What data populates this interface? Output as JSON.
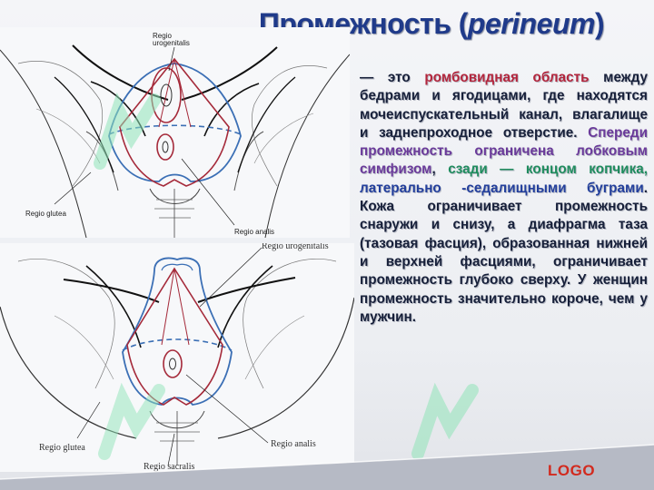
{
  "title": {
    "main": "Промежность",
    "open": "(",
    "latin": "perineum",
    "close": ")"
  },
  "figure_top": {
    "label_urogenital_1": "Regio",
    "label_urogenital_2": "urogenitalis",
    "label_glutea": "Regio glutea",
    "label_analis": "Regio analis"
  },
  "figure_bottom": {
    "label_urogenital": "Regio urogenitalis",
    "label_glutea": "Regio glutea",
    "label_analis": "Regio analis",
    "label_sacralis": "Regio sacralis"
  },
  "body": {
    "p1": "— это",
    "p2": "ромбовидная область",
    "p3": "между бедрами и ягодицами, где находятся мочеиспускательный канал, влагалище и заднепроходное отверстие.",
    "p4": "Спереди промежность ограничена лобковым симфизом",
    "p5": ",",
    "p6": "сзади — концом копчика,",
    "p7": "латерально -седалищными буграми",
    "p8": ". Кожа ограничивает промежность снаружи и снизу, а диафрагма таза (тазовая фасция), образованная нижней и верхней фасциями, ограничивает промежность глубоко сверху. У женщин промежность значительно короче, чем у мужчин."
  },
  "footer": {
    "logo": "LOGO"
  },
  "colors": {
    "title": "#1f3a8a",
    "highlight_red": "#b3263d",
    "highlight_purple": "#6a3a9a",
    "highlight_green": "#1f8c5e",
    "highlight_blue": "#233f9c",
    "logo": "#d22a1e",
    "watermark": "#8fe3b8"
  }
}
